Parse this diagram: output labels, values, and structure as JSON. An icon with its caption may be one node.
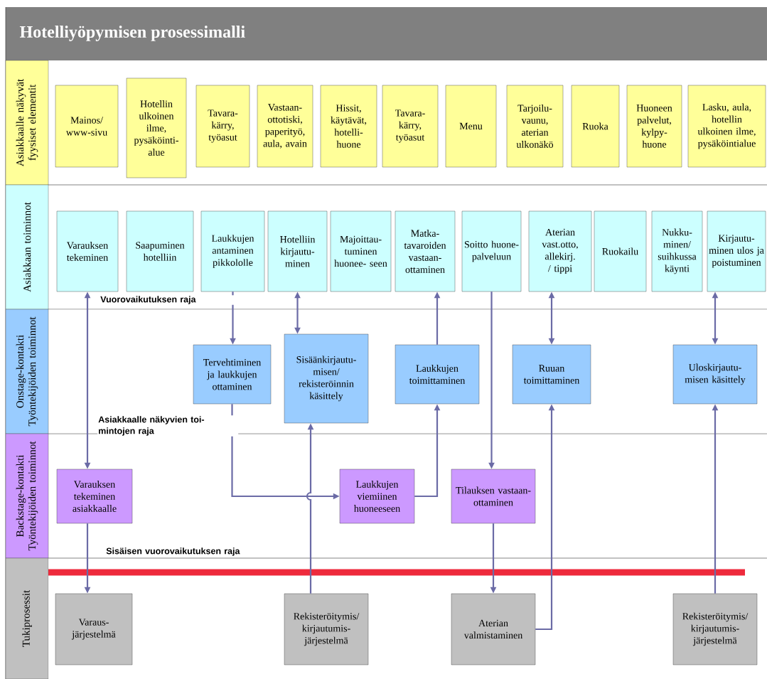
{
  "diagram": {
    "title": "Hotelliyöpymisen prosessimalli",
    "nodes": [
      {
        "text": [
          "Asiakkaalle näkyvät fyysiset elementit"
        ]
      },
      {
        "text": [
          "Mainos/ www-sivu"
        ]
      },
      {
        "text": [
          "Hotellin ulkoinen ilme, pysäköinti- alue"
        ]
      },
      {
        "text": [
          "Tavara- kärry, työasut"
        ]
      },
      {
        "text": [
          "Vastaan- ottotiski, paperityö, aula, avain"
        ]
      },
      {
        "text": [
          "Hissit, käytävät, hotelli- huone"
        ]
      },
      {
        "text": [
          "Tavara- kärry, työasut"
        ]
      },
      {
        "text": [
          "Menu"
        ]
      },
      {
        "text": [
          "Tarjoilu- vaunu, aterian ulkonäkö"
        ]
      },
      {
        "text": [
          "Ruoka"
        ]
      },
      {
        "text": [
          "Huoneen palvelut, kylpy- huone"
        ]
      },
      {
        "text": [
          "Lasku, aula, hotellin ulkoinen ilme, pysäköintialue"
        ]
      },
      {
        "text": [
          "Asiakkaan toiminnot"
        ]
      },
      {
        "text": [
          "Varauksen tekeminen"
        ]
      },
      {
        "text": [
          "Saapuminen hotelliin"
        ]
      },
      {
        "text": [
          "Laukkujen antaminen pikkololle"
        ]
      },
      {
        "text": [
          "Hotelliin kirjautu- minen"
        ]
      },
      {
        "text": [
          "Majoittau- tuminen huonee- seen"
        ]
      },
      {
        "text": [
          "Matka- tavaroiden vastaan- ottaminen"
        ]
      },
      {
        "text": [
          "Soitto huone- palveluun"
        ]
      },
      {
        "text": [
          "Aterian vast.otto, allekirj. / tippi"
        ]
      },
      {
        "text": [
          "Ruokailu"
        ]
      },
      {
        "text": [
          "Nukku- minen/ suihkussa käynti"
        ]
      },
      {
        "text": [
          "Kirjautu- minen ulos ja poistuminen"
        ]
      },
      {
        "text": [
          "Onstage-kontakti Työntekijöiden toiminnot"
        ]
      },
      {
        "text": [
          "Tervehtiminen ja laukkujen ottaminen"
        ]
      },
      {
        "text": [
          "Sisäänkirjautu- misen/ rekisteröinnin käsittely"
        ]
      },
      {
        "text": [
          "Laukkujen toimittaminen"
        ]
      },
      {
        "text": [
          "Ruuan toimittaminen"
        ]
      },
      {
        "text": [
          "Uloskirjautu- misen käsittely"
        ]
      },
      {
        "text": [
          "Backstage-kontakti Työntekijöiden toiminnot"
        ]
      },
      {
        "text": [
          "Varauksen tekeminen asiakkaalle"
        ]
      },
      {
        "text": [
          "Laukkujen viemiinen huoneeseen"
        ]
      },
      {
        "text": [
          "Tilauksen vastaan- ottaminen"
        ]
      },
      {
        "text": [
          "Tukiprosessit"
        ]
      },
      {
        "text": [
          "Varaus- järjestelmä"
        ]
      },
      {
        "text": [
          "Rekisteröitymis/ kirjautumis- järjestelmä"
        ]
      },
      {
        "text": [
          "Aterian valmistaminen"
        ]
      },
      {
        "text": [
          "Rekisteröitymis/ kirjautumis- järjestelmä"
        ]
      }
    ],
    "edges": [
      {
        "from": 13,
        "to": 31,
        "arrow": "both"
      },
      {
        "from": 31,
        "to": 35,
        "arrow": "to"
      },
      {
        "from": 15,
        "to": 25,
        "arrow": "to"
      },
      {
        "from": 16,
        "to": 26,
        "arrow": "both"
      },
      {
        "from": 25,
        "to": 32,
        "arrow": "to"
      },
      {
        "from": 36,
        "to": 26,
        "arrow": "to"
      },
      {
        "from": 32,
        "to": 27,
        "arrow": "to"
      },
      {
        "from": 27,
        "to": 18,
        "arrow": "to"
      },
      {
        "from": 19,
        "to": 33,
        "arrow": "to"
      },
      {
        "from": 33,
        "to": 37,
        "arrow": "to"
      },
      {
        "from": 20,
        "to": 28,
        "arrow": "both"
      },
      {
        "from": 37,
        "to": 28,
        "arrow": "to"
      },
      {
        "from": 23,
        "to": 29,
        "arrow": "both"
      },
      {
        "from": 38,
        "to": 29,
        "arrow": "to"
      }
    ],
    "labels": [
      "Vuorovaikutuksen raja",
      "Asiakkaalle näkyvien toi- mintojen raja",
      "Sisäisen vuorovaikutuksen raja"
    ]
  }
}
